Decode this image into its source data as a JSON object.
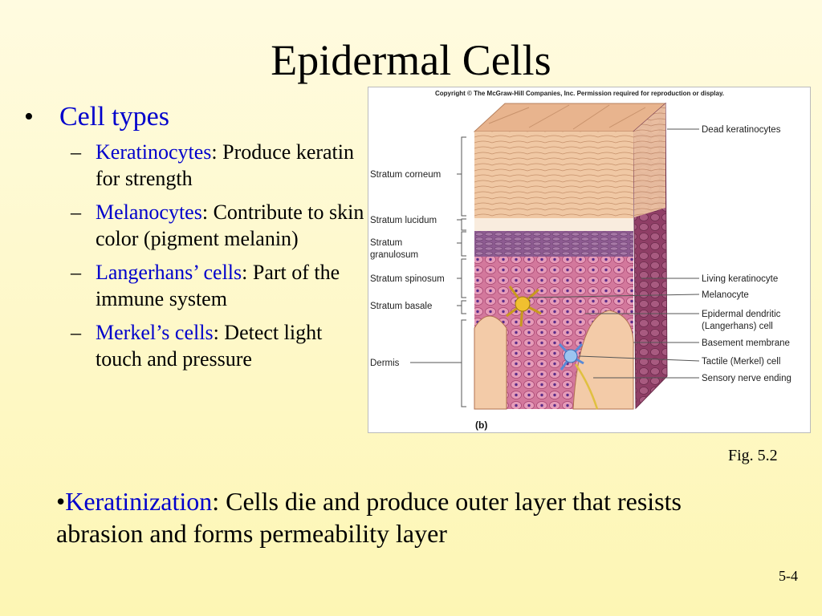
{
  "title": "Epidermal Cells",
  "main_bullet": {
    "marker": "•",
    "text": "Cell types"
  },
  "cell_types": [
    {
      "term": "Keratinocytes",
      "desc": ": Produce keratin for strength"
    },
    {
      "term": "Melanocytes",
      "desc": ": Contribute to skin color (pigment melanin)"
    },
    {
      "term": "Langerhans’ cells",
      "desc": ": Part of the immune system"
    },
    {
      "term": "Merkel’s cells",
      "desc": ": Detect light touch and pressure"
    }
  ],
  "figure": {
    "copyright": "Copyright © The McGraw-Hill Companies, Inc. Permission required for reproduction or display.",
    "panel_label": "(b)",
    "left_labels": {
      "stratum_corneum": "Stratum corneum",
      "stratum_lucidum": "Stratum lucidum",
      "stratum_granulosum_1": "Stratum",
      "stratum_granulosum_2": "granulosum",
      "stratum_spinosum": "Stratum spinosum",
      "stratum_basale": "Stratum basale",
      "dermis": "Dermis"
    },
    "right_labels": {
      "dead_keratinocytes": "Dead keratinocytes",
      "living_keratinocyte": "Living keratinocyte",
      "melanocyte": "Melanocyte",
      "epidermal_dendritic_1": "Epidermal dendritic",
      "epidermal_dendritic_2": "(Langerhans) cell",
      "basement_membrane": "Basement membrane",
      "tactile_cell": "Tactile (Merkel) cell",
      "sensory_nerve": "Sensory nerve ending"
    }
  },
  "fig_caption": "Fig. 5.2",
  "keratinization": {
    "marker": "•",
    "term": "Keratinization",
    "desc": ": Cells die and produce outer layer that resists abrasion and forms permeability layer"
  },
  "page_number": "5-4",
  "colors": {
    "accent": "#0000cc",
    "background": "#fdf6b4"
  }
}
